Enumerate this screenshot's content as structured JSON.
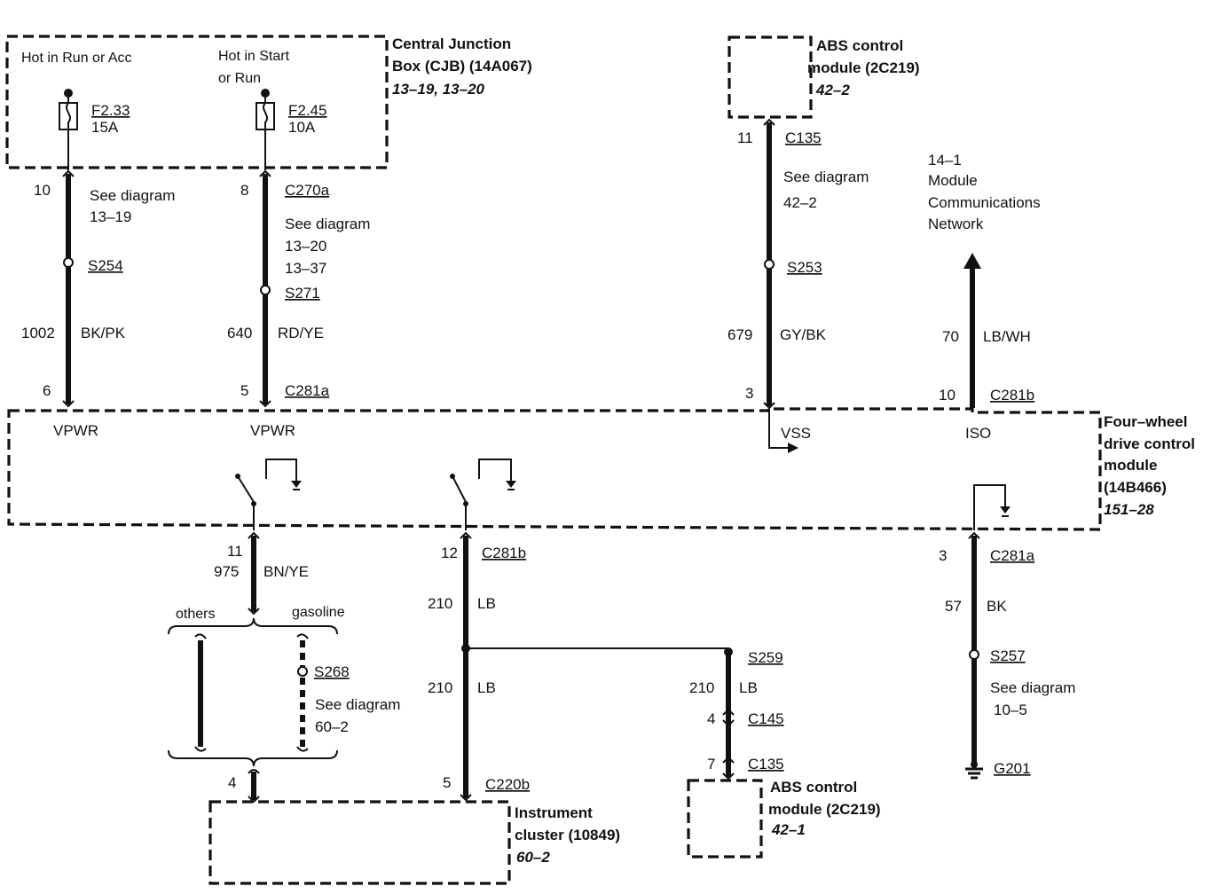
{
  "cjb": {
    "title_1": "Central Junction",
    "title_2": "Box (CJB) (14A067)",
    "ref": "13–19, 13–20",
    "hot_run_acc": "Hot in Run or Acc",
    "hot_start_1": "Hot in Start",
    "hot_start_2": "or Run",
    "fuse_a_id": "F2.33",
    "fuse_a_rating": "15A",
    "fuse_b_id": "F2.45",
    "fuse_b_rating": "10A"
  },
  "left_circuits": {
    "w1_pin_top": "10",
    "w1_see_1": "See diagram",
    "w1_see_2": "13–19",
    "w1_splice": "S254",
    "w1_circuit": "1002",
    "w1_color": "BK/PK",
    "w1_pin_bottom": "6",
    "w2_pin_top": "8",
    "w2_conn_top": "C270a",
    "w2_see_1": "See diagram",
    "w2_see_2": "13–20",
    "w2_see_3": "13–37",
    "w2_splice": "S271",
    "w2_circuit": "640",
    "w2_color": "RD/YE",
    "w2_pin_bottom": "5",
    "conn_bottom": "C281a"
  },
  "abs_top": {
    "title_1": "ABS control",
    "title_2": "module (2C219)",
    "ref": "42–2",
    "pin_top": "11",
    "conn_top": "C135",
    "see_1": "See diagram",
    "see_2": "42–2",
    "splice": "S253",
    "circuit": "679",
    "color": "GY/BK",
    "pin_bottom": "3"
  },
  "network": {
    "line_1": "14–1",
    "line_2": "Module",
    "line_3": "Communications",
    "line_4": "Network",
    "circuit": "70",
    "color": "LB/WH",
    "pin_bottom": "10",
    "conn_bottom": "C281b"
  },
  "fwd_module": {
    "title_1": "Four–wheel",
    "title_2": "drive control",
    "title_3": "module",
    "title_4": "(14B466)",
    "ref": "151–28",
    "vpwr_1": "VPWR",
    "vpwr_2": "VPWR",
    "vss": "VSS",
    "iso": "ISO"
  },
  "lower_left": {
    "pin_11": "11",
    "circuit": "975",
    "color": "BN/YE",
    "others": "others",
    "gasoline": "gasoline",
    "splice": "S268",
    "see_1": "See diagram",
    "see_2": "60–2",
    "pin_4": "4"
  },
  "lower_center": {
    "pin_12": "12",
    "conn_top": "C281b",
    "circuit_a": "210",
    "color_a": "LB",
    "circuit_b": "210",
    "color_b": "LB",
    "pin_5": "5",
    "conn_bottom": "C220b"
  },
  "cluster": {
    "title_1": "Instrument",
    "title_2": "cluster (10849)",
    "ref": "60–2"
  },
  "abs_bottom": {
    "splice": "S259",
    "circuit": "210",
    "color": "LB",
    "pin_4": "4",
    "conn_1": "C145",
    "pin_7": "7",
    "conn_2": "C135",
    "title_1": "ABS control",
    "title_2": "module (2C219)",
    "ref": "42–1"
  },
  "ground": {
    "pin": "3",
    "conn": "C281a",
    "circuit": "57",
    "color": "BK",
    "splice": "S257",
    "see_1": "See diagram",
    "see_2": "10–5",
    "ground_id": "G201"
  }
}
